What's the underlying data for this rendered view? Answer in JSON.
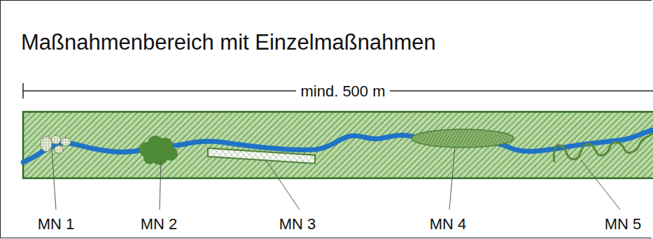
{
  "diagram": {
    "title": "Maßnahmenbereich mit Einzelmaßnahmen",
    "labels": [
      "mind. 500 m",
      "MN 1",
      "MN 2",
      "MN 3",
      "MN 4",
      "MN 5"
    ]
  }
}
